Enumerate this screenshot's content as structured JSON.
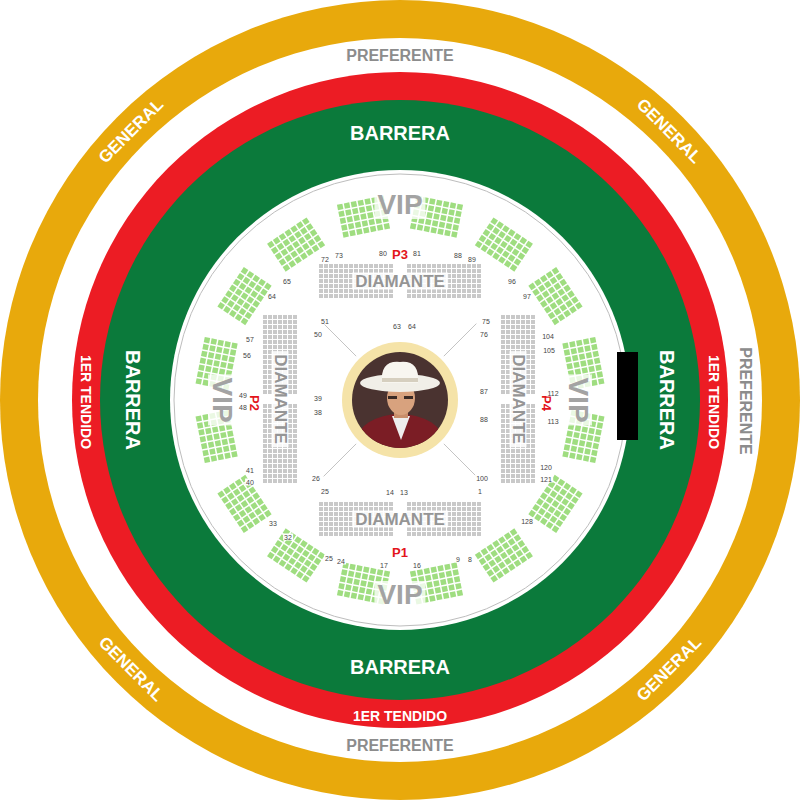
{
  "diagram": {
    "nodes": [
      {
        "text": [
          "GENERAL",
          "GENERAL",
          "GENERAL",
          "GENERAL"
        ]
      },
      {
        "text": [
          "PREFERENTE",
          "PREFERENTE",
          "PREFERENTE"
        ],
        "in": 0
      },
      {
        "text": [
          "1ER TENDIDO",
          "1ER TENDIDO",
          "1ER TENDIDO"
        ],
        "in": 1
      },
      {
        "text": [
          "BARRERA",
          "BARRERA",
          "BARRERA",
          "BARRERA"
        ],
        "in": 2
      },
      {
        "text": [
          "VIP",
          "P3",
          "VIP",
          "P2",
          "P4",
          "VIP",
          "P1",
          "VIP"
        ],
        "in": 3
      },
      {
        "text": [
          "DIAMANTE"
        ],
        "in": 4
      },
      {
        "text": [
          "DIAMANTE"
        ],
        "in": 4
      },
      {
        "text": [
          "DIAMANTE"
        ],
        "in": 4
      },
      {
        "text": [
          "DIAMANTE"
        ],
        "in": 4
      }
    ],
    "labels": [
      "72",
      "73",
      "80",
      "81",
      "88",
      "89",
      "65",
      "96",
      "64",
      "97",
      "51",
      "75",
      "63",
      "64",
      "50",
      "76",
      "104",
      "57",
      "105",
      "56",
      "87",
      "112",
      "49",
      "39",
      "48",
      "38",
      "88",
      "113",
      "120",
      "41",
      "26",
      "100",
      "121",
      "40",
      "25",
      "14",
      "13",
      "1",
      "128",
      "33",
      "32",
      "25",
      "24",
      "9",
      "8",
      "17",
      "16"
    ]
  }
}
